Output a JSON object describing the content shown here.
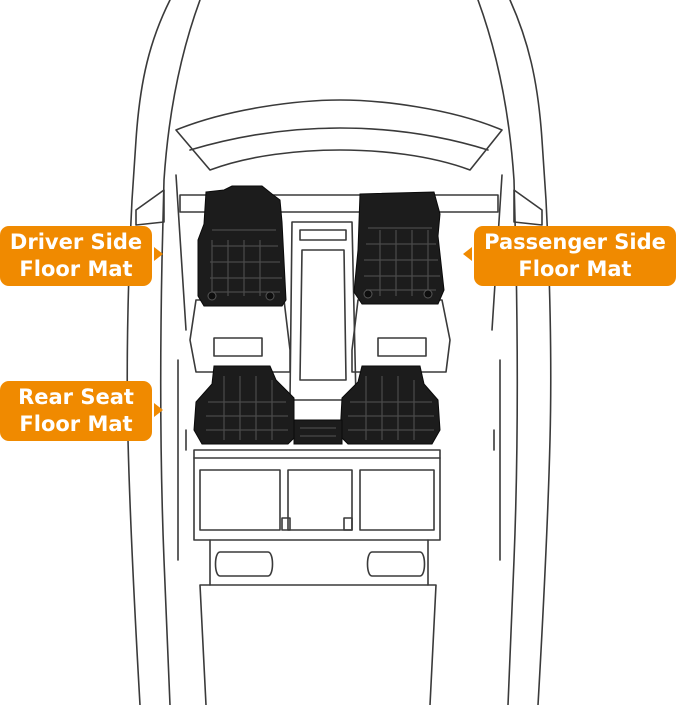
{
  "labels": {
    "driver": {
      "line1": "Driver Side",
      "line2": "Floor Mat"
    },
    "passenger": {
      "line1": "Passenger Side",
      "line2": "Floor Mat"
    },
    "rear": {
      "line1": "Rear Seat",
      "line2": "Floor Mat"
    }
  },
  "colors": {
    "accent": "#f08a00",
    "mat": "#1c1c1c",
    "outline": "#3a3a3a"
  }
}
